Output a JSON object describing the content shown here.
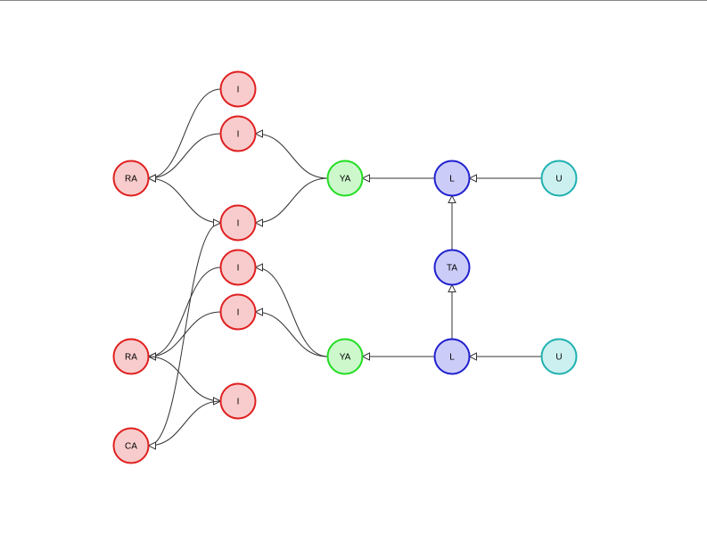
{
  "colors": {
    "red": {
      "fill": "#f8cccc",
      "stroke": "#e02020"
    },
    "green": {
      "fill": "#ccf8cc",
      "stroke": "#22dd22"
    },
    "blue": {
      "fill": "#ccccf8",
      "stroke": "#2020d0"
    },
    "teal": {
      "fill": "#ccf0f0",
      "stroke": "#20b0b0"
    },
    "edge": "#333333"
  },
  "nodes": [
    {
      "id": "i1",
      "label": "I",
      "color": "red"
    },
    {
      "id": "i2",
      "label": "I",
      "color": "red"
    },
    {
      "id": "ra1",
      "label": "RA",
      "color": "red"
    },
    {
      "id": "ya1",
      "label": "YA",
      "color": "green"
    },
    {
      "id": "l1",
      "label": "L",
      "color": "blue"
    },
    {
      "id": "u1",
      "label": "U",
      "color": "teal"
    },
    {
      "id": "i3",
      "label": "I",
      "color": "red"
    },
    {
      "id": "i4",
      "label": "I",
      "color": "red"
    },
    {
      "id": "ta",
      "label": "TA",
      "color": "blue"
    },
    {
      "id": "i5",
      "label": "I",
      "color": "red"
    },
    {
      "id": "ra2",
      "label": "RA",
      "color": "red"
    },
    {
      "id": "ya2",
      "label": "YA",
      "color": "green"
    },
    {
      "id": "l2",
      "label": "L",
      "color": "blue"
    },
    {
      "id": "u2",
      "label": "U",
      "color": "teal"
    },
    {
      "id": "i6",
      "label": "I",
      "color": "red"
    },
    {
      "id": "ca",
      "label": "CA",
      "color": "red"
    }
  ],
  "edges": [
    {
      "from": "i1",
      "to": "ra1"
    },
    {
      "from": "i2",
      "to": "ra1"
    },
    {
      "from": "i3",
      "to": "ra1"
    },
    {
      "from": "ya1",
      "to": "i2"
    },
    {
      "from": "ya1",
      "to": "i3"
    },
    {
      "from": "l1",
      "to": "ya1"
    },
    {
      "from": "u1",
      "to": "l1"
    },
    {
      "from": "ta",
      "to": "l1"
    },
    {
      "from": "l2",
      "to": "ta"
    },
    {
      "from": "u2",
      "to": "l2"
    },
    {
      "from": "l2",
      "to": "ya2"
    },
    {
      "from": "ya2",
      "to": "i4"
    },
    {
      "from": "ya2",
      "to": "i5"
    },
    {
      "from": "i4",
      "to": "ra2"
    },
    {
      "from": "i5",
      "to": "ra2"
    },
    {
      "from": "ra2",
      "to": "i6"
    },
    {
      "from": "ca",
      "to": "i3"
    },
    {
      "from": "i6",
      "to": "ca"
    }
  ]
}
